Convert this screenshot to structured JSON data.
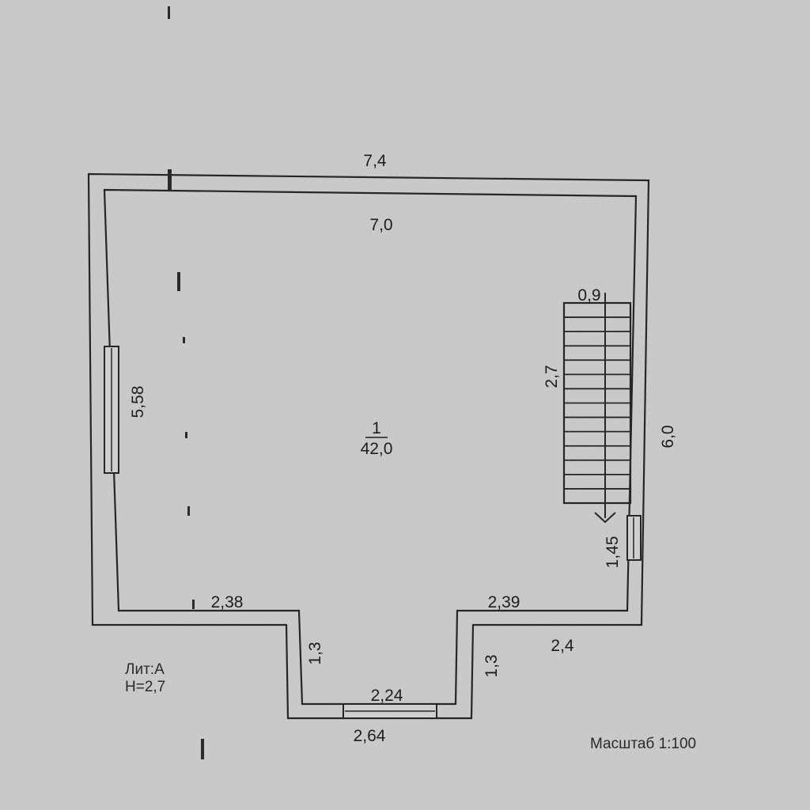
{
  "plan": {
    "room": {
      "number": "1",
      "area": "42,0"
    },
    "dimensions": {
      "outer_top": "7,4",
      "inner_top": "7,0",
      "left_inner": "5,58",
      "right_outer": "6,0",
      "stair_width": "0,9",
      "stair_length": "2,7",
      "right_lower_inner": "1,45",
      "bottom_left_inner": "2,38",
      "bottom_right_inner": "2,39",
      "bottom_right_outer": "2,4",
      "recess_left_depth": "1,3",
      "recess_right_depth": "1,3",
      "recess_inner_width": "2,24",
      "recess_outer_width": "2,64"
    },
    "lit": "Лит:А",
    "height": "Н=2,7",
    "scale": "Масштаб 1:100"
  }
}
